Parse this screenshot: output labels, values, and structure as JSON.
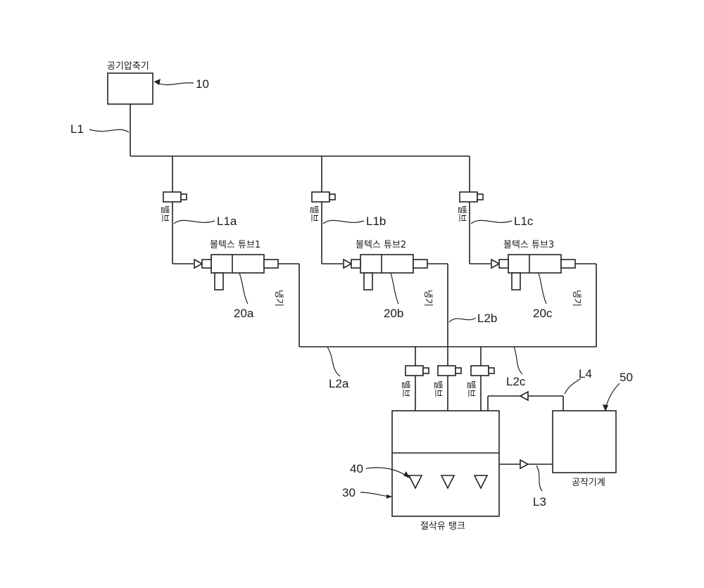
{
  "labels": {
    "compressor_num": "10",
    "compressor_name": "공기압축기",
    "L1": "L1",
    "L1a": "L1a",
    "L1b": "L1b",
    "L1c": "L1c",
    "valve": "밸브",
    "vortex1": "볼텍스 튜브1",
    "vortex2": "볼텍스 튜브2",
    "vortex3": "볼텍스 튜브3",
    "cold_air": "냉기",
    "n20a": "20a",
    "n20b": "20b",
    "n20c": "20c",
    "L2a": "L2a",
    "L2b": "L2b",
    "L2c": "L2c",
    "L3": "L3",
    "L4": "L4",
    "n30": "30",
    "n40": "40",
    "n50": "50",
    "tank_name": "절삭유 탱크",
    "machine_name": "공작기계"
  }
}
